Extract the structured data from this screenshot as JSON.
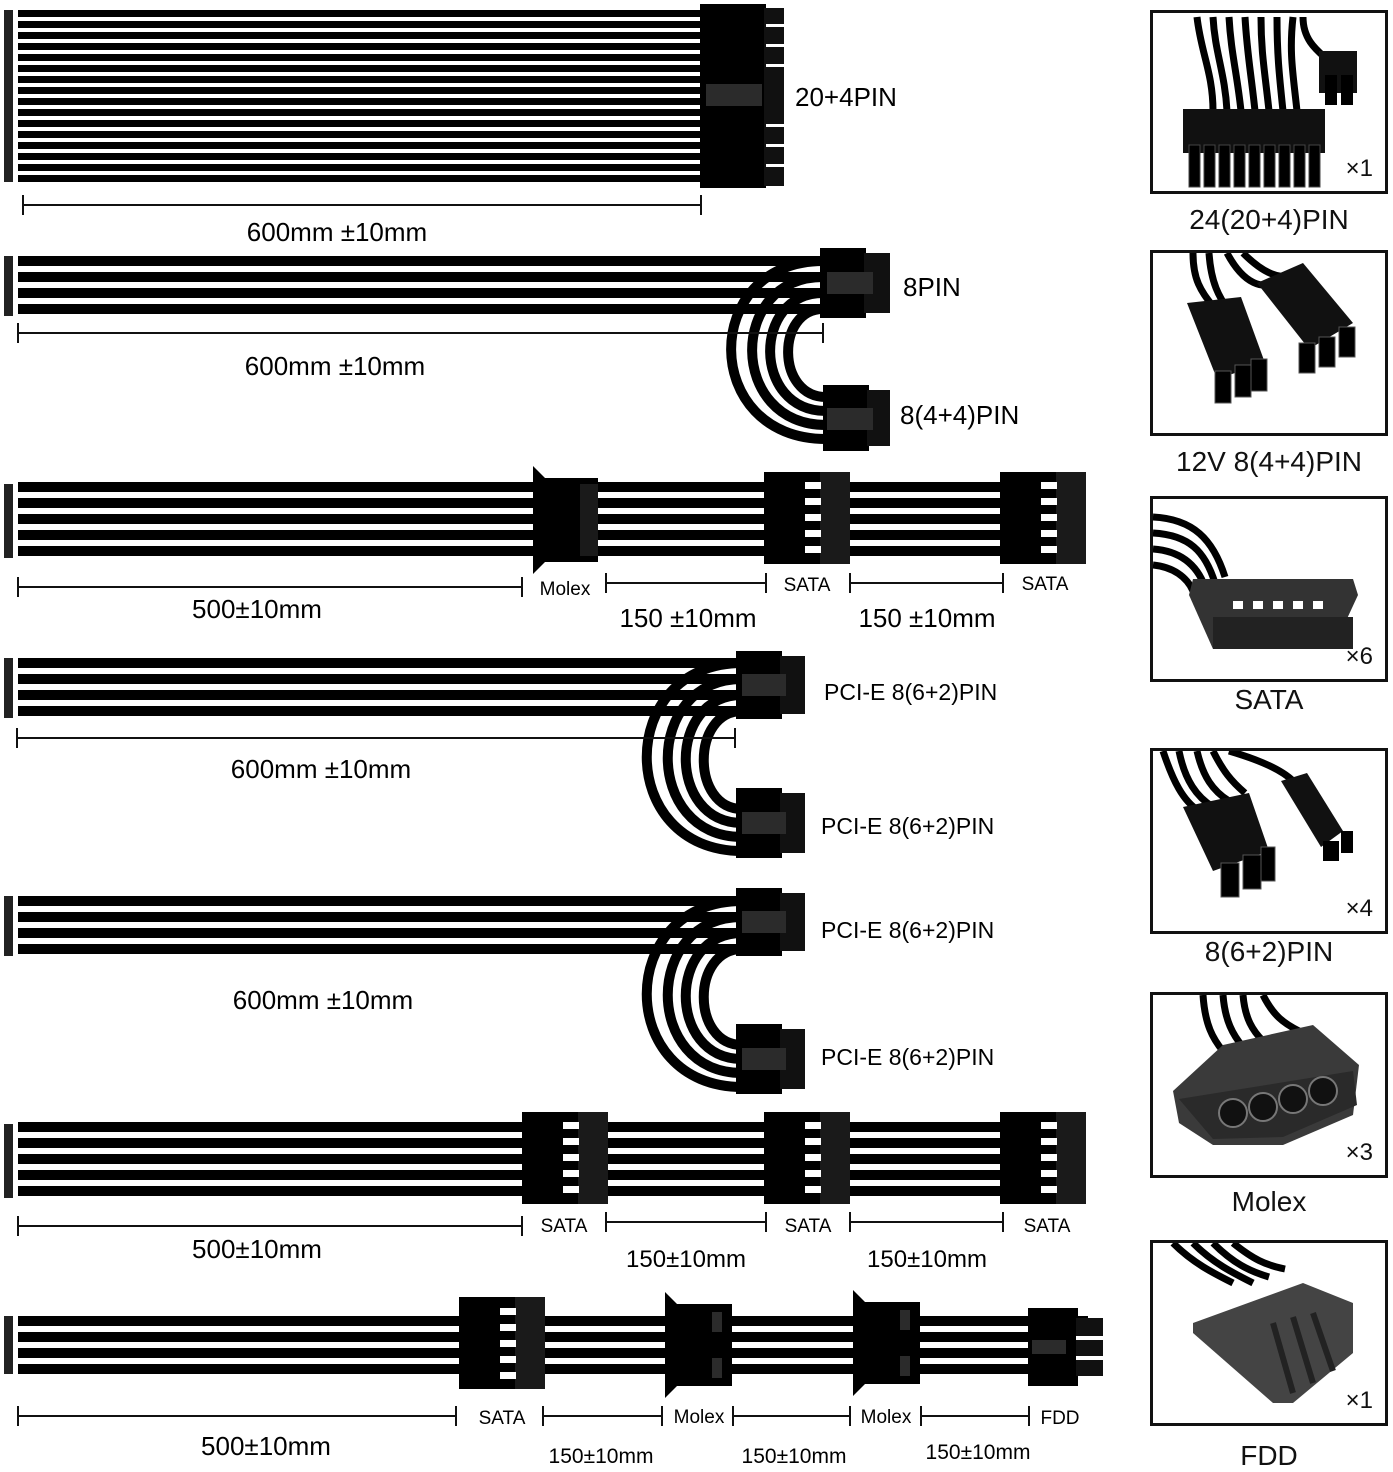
{
  "cables": [
    {
      "labels": [
        "20+4PIN"
      ],
      "dims": [
        "600mm ±10mm"
      ]
    },
    {
      "labels": [
        "8PIN",
        "8(4+4)PIN"
      ],
      "dims": [
        "600mm ±10mm"
      ]
    },
    {
      "labels": [
        "Molex",
        "SATA",
        "SATA"
      ],
      "dims": [
        "500±10mm",
        "150 ±10mm",
        "150 ±10mm"
      ]
    },
    {
      "labels": [
        "PCI-E 8(6+2)PIN",
        "PCI-E 8(6+2)PIN"
      ],
      "dims": [
        "600mm ±10mm"
      ]
    },
    {
      "labels": [
        "PCI-E 8(6+2)PIN",
        "PCI-E 8(6+2)PIN"
      ],
      "dims": [
        "600mm ±10mm"
      ]
    },
    {
      "labels": [
        "SATA",
        "SATA",
        "SATA"
      ],
      "dims": [
        "500±10mm",
        "150±10mm",
        "150±10mm"
      ]
    },
    {
      "labels": [
        "SATA",
        "Molex",
        "Molex",
        "FDD"
      ],
      "dims": [
        "500±10mm",
        "150±10mm",
        "150±10mm",
        "150±10mm"
      ]
    }
  ],
  "panels": [
    {
      "name": "24(20+4)PIN",
      "qty": "×1",
      "icon": "atx-24pin-connector-icon"
    },
    {
      "name": "12V 8(4+4)PIN",
      "qty": "",
      "icon": "eps-8pin-connector-icon"
    },
    {
      "name": "SATA",
      "qty": "×6",
      "icon": "sata-connector-icon"
    },
    {
      "name": "8(6+2)PIN",
      "qty": "×4",
      "icon": "pcie-8pin-connector-icon"
    },
    {
      "name": "Molex",
      "qty": "×3",
      "icon": "molex-connector-icon"
    },
    {
      "name": "FDD",
      "qty": "×1",
      "icon": "fdd-connector-icon"
    }
  ]
}
